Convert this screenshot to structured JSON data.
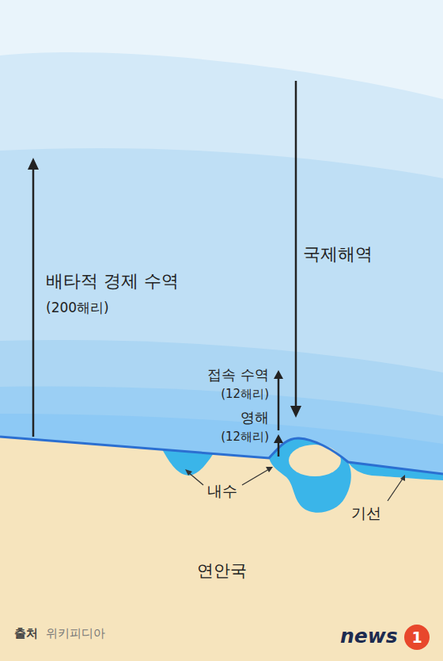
{
  "diagram": {
    "labels": [
      "국제해역",
      "배타적 경제 수역",
      "(200해리)",
      "접속 수역",
      "(12해리)",
      "영해",
      "(12해리)",
      "내수",
      "기선",
      "연안국",
      "출처",
      "위키피디아",
      "news",
      "1"
    ]
  }
}
